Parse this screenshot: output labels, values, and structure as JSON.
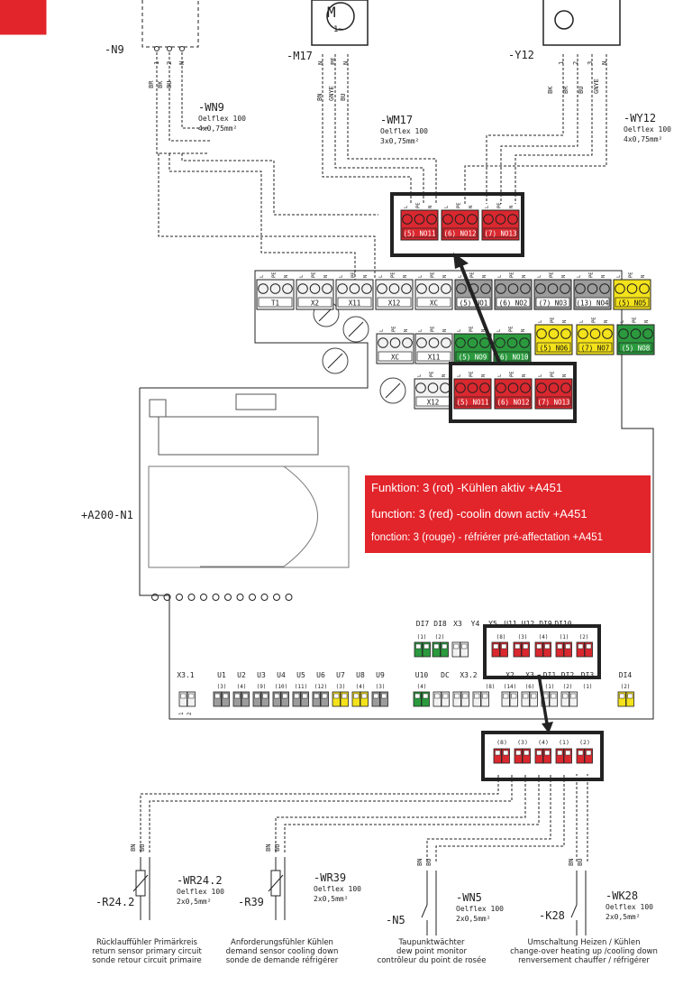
{
  "colors": {
    "accent_red": "#e2252b",
    "terminal_red": "#d9282f",
    "terminal_green": "#2b9a3e",
    "terminal_yellow": "#f4e21b",
    "terminal_grey": "#9c9c9c",
    "frame": "#222222"
  },
  "devices": {
    "n9": "-N9",
    "m17": "-M17",
    "y12": "-Y12",
    "motor_symbol": "M",
    "motor_phase": "1~",
    "board": "+A200-N1",
    "r24": "-R24.2",
    "r39": "-R39",
    "n5": "-N5",
    "k28": "-K28"
  },
  "cables": {
    "wn9": {
      "name": "-WN9",
      "type": "Oelflex 100",
      "section": "4x0,75mm²"
    },
    "wm17": {
      "name": "-WM17",
      "type": "Oelflex 100",
      "section": "3x0,75mm²"
    },
    "wy12": {
      "name": "-WY12",
      "type": "Oelflex 100",
      "section": "4x0,75mm²"
    },
    "wr24": {
      "name": "-WR24.2",
      "type": "Oelflex 100",
      "section": "2x0,5mm²"
    },
    "wr39": {
      "name": "-WR39",
      "type": "Oelflex 100",
      "section": "2x0,5mm²"
    },
    "wn5": {
      "name": "-WN5",
      "type": "Oelflex 100",
      "section": "2x0,5mm²"
    },
    "wk28": {
      "name": "-WK28",
      "type": "Oelflex 100",
      "section": "2x0,5mm²"
    }
  },
  "wires": {
    "n9": [
      "BR",
      "BK",
      "BU"
    ],
    "m17": [
      "BN",
      "GNYE",
      "BU"
    ],
    "y12": [
      "BK",
      "BR",
      "BU",
      "GNYE"
    ],
    "n9_pins": [
      "1",
      "2",
      "N"
    ],
    "m17_pins": [
      "N",
      "PE",
      "N"
    ],
    "y12_pins": [
      "1",
      "2",
      "3",
      "N"
    ],
    "sensor": [
      "BN",
      "BU"
    ]
  },
  "terminals": {
    "top_zoom": [
      "(5) NO11",
      "(6) NO12",
      "(7) NO13"
    ],
    "top_row": [
      "T1",
      "X2",
      "X11",
      "X12",
      "XC",
      "(5) NO1",
      "(6) NO2",
      "(7) NO3",
      "(13) NO4",
      "(5) NO5"
    ],
    "mid_row": [
      "XC",
      "X11",
      "(5) NO9",
      "(6) NO10",
      "(5) NO6",
      "(7) NO7",
      "(5) NO8"
    ],
    "mid_zoom": [
      "(5) NO11",
      "(6) NO12",
      "(7) NO13"
    ],
    "mid_x12": "X12",
    "lower_upper_labels": [
      "DI7",
      "DI8",
      "X3",
      "Y4",
      "Y5",
      "U11",
      "U12",
      "DI9",
      "DI10"
    ],
    "lower_upper_nums": [
      "(1)",
      "(2)",
      "(8)",
      "(3)",
      "(4)",
      "(1)",
      "(2)"
    ],
    "lower_labels": [
      "X3.1",
      "U1",
      "U2",
      "U3",
      "U4",
      "U5",
      "U6",
      "U7",
      "U8",
      "U9",
      "U10",
      "DC",
      "X3.2",
      "X2",
      "X3",
      "DI1",
      "DI2",
      "DI3",
      "DI4"
    ],
    "lower_nums": [
      "(3)",
      "(4)",
      "(9)",
      "(10)",
      "(11)",
      "(12)",
      "(3)",
      "(4)",
      "(3)",
      "(4)",
      "(8)",
      "(14)",
      "(6)",
      "(1)",
      "(2)",
      "(1)",
      "(2)"
    ],
    "bottom_zoom_nums": [
      "(8)",
      "(3)",
      "(4)",
      "(1)",
      "(2)"
    ],
    "pin_labels": [
      "L",
      "PE",
      "N"
    ],
    "pin_nums": [
      "1",
      "2"
    ]
  },
  "notice": {
    "de": "Funktion: 3 (rot) -Kühlen aktiv +A451",
    "en": "function: 3 (red) -coolin down activ +A451",
    "fr": "fonction: 3 (rouge) - réfriérer pré-affectation +A451"
  },
  "captions": {
    "r24": [
      "Rücklauffühler Primärkreis",
      "return sensor primary circuit",
      "sonde retour circuit primaire"
    ],
    "r39": [
      "Anforderungsfühler Kühlen",
      "demand sensor cooling down",
      "sonde de demande réfrigérer"
    ],
    "n5": [
      "Taupunktwächter",
      "dew point monitor",
      "contrôleur du point de rosée"
    ],
    "k28": [
      "Umschaltung Heizen / Kühlen",
      "change-over heating up /cooling down",
      "renversement chauffer / réfrigérer"
    ]
  }
}
